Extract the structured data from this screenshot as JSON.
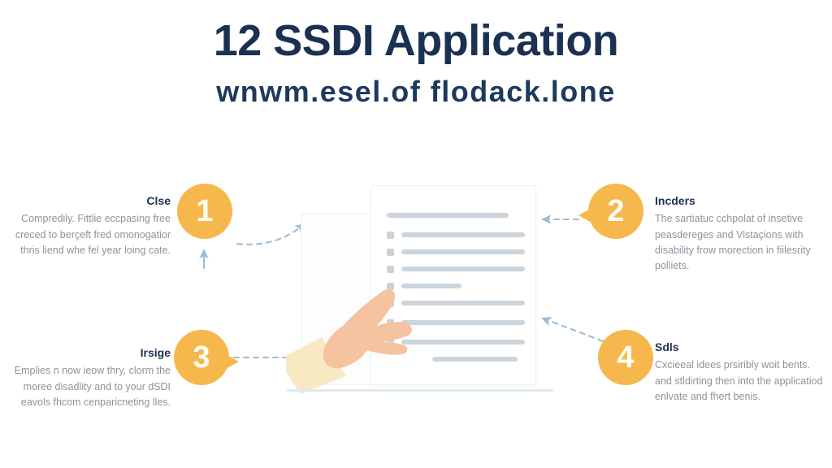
{
  "header": {
    "title": "12 SSDI Application",
    "subtitle": "wnwm.esel.of flodack.lone"
  },
  "colors": {
    "title": "#1b3152",
    "subtitle": "#1d3a5c",
    "accent_circle": "#f6b84d",
    "arrow": "#9dbdd6",
    "body_text": "#8a949f",
    "heading_text": "#1c3253",
    "background": "#ffffff",
    "baseline": "#dde9f1",
    "checkbox": "#c9d2da",
    "bar": "#ccd4dc",
    "skin": "#f6c3a0",
    "sleeve": "#f8e9c2"
  },
  "steps": [
    {
      "number": "1",
      "heading": "Clse",
      "body": "Compredily. Fittlie eccpasing free creced to berçeft fred omonogatior thris liend whe fel year loing cate.",
      "align": "right",
      "has_tail": false
    },
    {
      "number": "2",
      "heading": "Incders",
      "body": "The sartiatuc cchpolat of insetive peasdereges and Vistaçions with disability frow morection in fiilesrity polliets.",
      "align": "left",
      "has_tail": true
    },
    {
      "number": "3",
      "heading": "Irsige",
      "body": "Emplies n now ieow thry, clorm the moree disadlity and to your dSDI eavols fhcom cenparicneting lles.",
      "align": "right",
      "has_tail": true
    },
    {
      "number": "4",
      "heading": "Sdls",
      "body": "Cxcieeal idees prsiribly woit bents. and stldirting then into the applicatiod enlvate and fhert benis.",
      "align": "left",
      "has_tail": false
    }
  ],
  "illustration": {
    "name": "checklist-document-with-pointing-hand",
    "document_rows": [
      {
        "type": "title",
        "checkbox": false,
        "width_pct": 88
      },
      {
        "type": "item",
        "checkbox": true,
        "width_pct": 100
      },
      {
        "type": "item",
        "checkbox": true,
        "width_pct": 100
      },
      {
        "type": "item",
        "checkbox": true,
        "width_pct": 100
      },
      {
        "type": "item",
        "checkbox": true,
        "width_pct": 52
      },
      {
        "type": "item",
        "checkbox": true,
        "width_pct": 100
      },
      {
        "type": "item",
        "checkbox": true,
        "width_pct": 100
      },
      {
        "type": "item",
        "checkbox": true,
        "width_pct": 100
      },
      {
        "type": "indent",
        "checkbox": false,
        "width_pct": 62
      }
    ]
  },
  "connectors": [
    {
      "name": "arrow-step-1-to-document",
      "direction": "right"
    },
    {
      "name": "arrow-step-1-up",
      "direction": "up"
    },
    {
      "name": "arrow-step-2-to-document",
      "direction": "left"
    },
    {
      "name": "arrow-step-3-to-document",
      "direction": "right"
    },
    {
      "name": "arrow-step-4-to-document",
      "direction": "left"
    }
  ]
}
